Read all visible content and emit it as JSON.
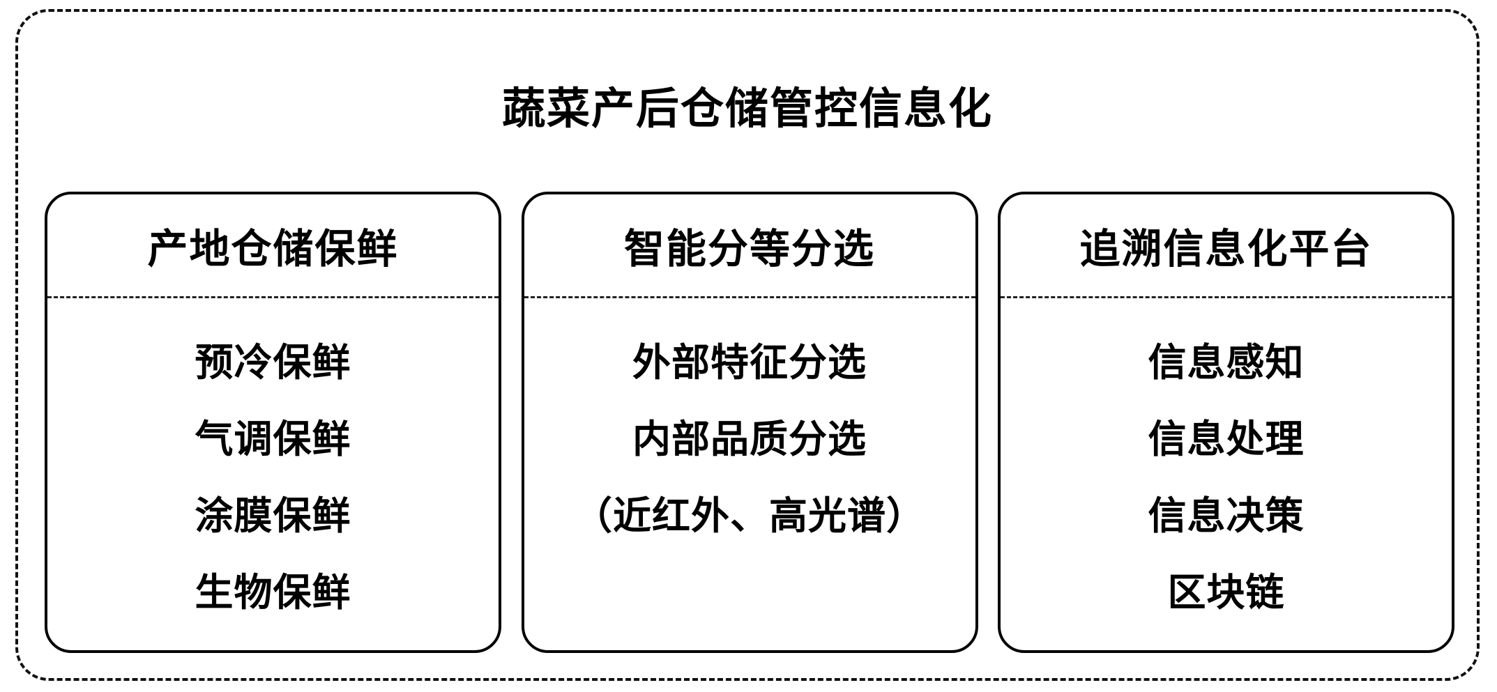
{
  "diagram": {
    "title": "蔬菜产后仓储管控信息化",
    "boxes": [
      {
        "header": "产地仓储保鲜",
        "items": [
          "预冷保鲜",
          "气调保鲜",
          "涂膜保鲜",
          "生物保鲜"
        ]
      },
      {
        "header": "智能分等分选",
        "items": [
          "外部特征分选",
          "内部品质分选",
          "（近红外、高光谱）"
        ]
      },
      {
        "header": "追溯信息化平台",
        "items": [
          "信息感知",
          "信息处理",
          "信息决策",
          "区块链"
        ]
      }
    ],
    "colors": {
      "border": "#000000",
      "text": "#000000",
      "background": "#ffffff"
    }
  }
}
